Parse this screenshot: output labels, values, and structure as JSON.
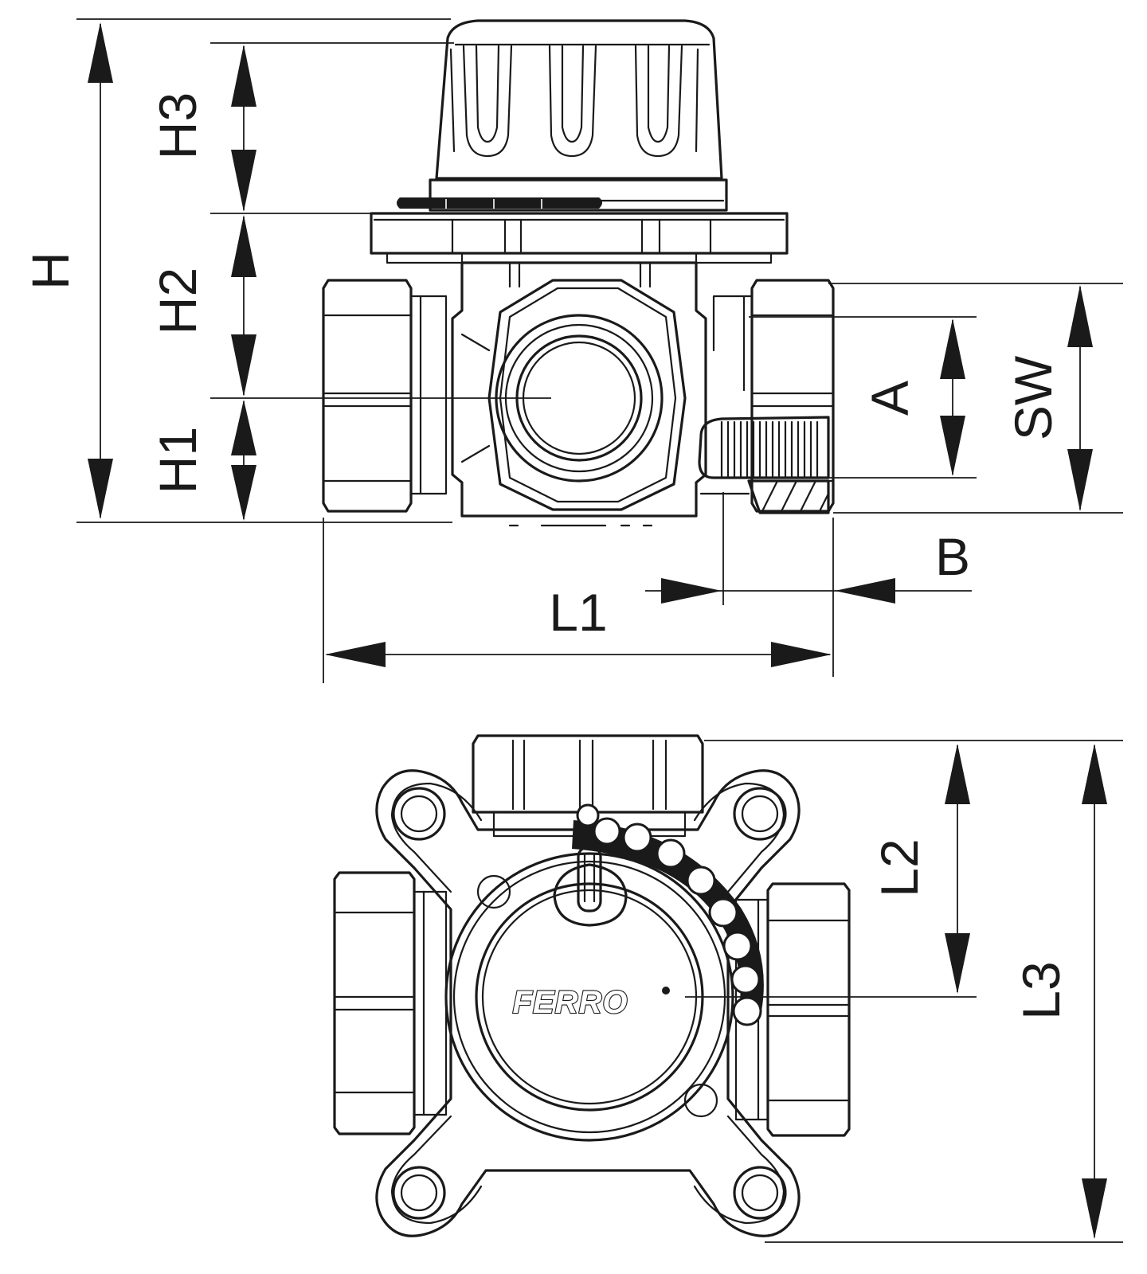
{
  "labels": {
    "H": "H",
    "H1": "H1",
    "H2": "H2",
    "H3": "H3",
    "A": "A",
    "SW": "SW",
    "B": "B",
    "L1": "L1",
    "L2": "L2",
    "L3": "L3"
  },
  "brand": "FERRO",
  "colors": {
    "line": "#1a1a1a",
    "background": "#ffffff"
  }
}
